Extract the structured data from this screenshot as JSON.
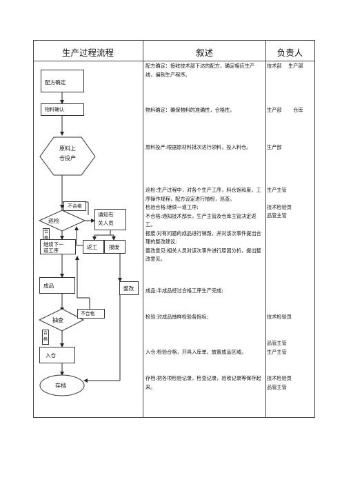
{
  "header": {
    "col1": "生产过程流程",
    "col2": "叙述",
    "col3": "负责人"
  },
  "flow": {
    "recipe": "配方确定",
    "material_confirm": "物料确认",
    "material_feed_l1": "原料上",
    "material_feed_l2": "仓投产",
    "inspect": "巡检",
    "notify_l1": "通知有",
    "notify_l2": "关人员",
    "rework": "返工",
    "scrap": "报废",
    "continue_l1": "继续下一",
    "continue_l2": "道工序",
    "rectify": "整改",
    "product": "成品",
    "sampling": "抽查",
    "warehouse": "入仓",
    "archive": "存档",
    "fail1": "不合格",
    "pass1": "合格",
    "fail2": "不合格",
    "pass2": "合格"
  },
  "descriptions": {
    "d1": "配方确定：接收技术部下达的配方，确定相应生产线，编制生产程序。",
    "d2": "物料确定：确保物料的准确性，合格性。",
    "d3": "原料投产:根据原材料批次进行领料，投入料仓。",
    "d4a": "巡检:生产过程中，对各个生产工序，料仓饱和度，工序操作规程，配方设定进行抽检，巡查。",
    "d4b": "检验合格:继续一道工序;",
    "d4c": "不合格:通知技术部长，生产主管及仓库主管决定返工。",
    "d4d": "报废:对有问题的成品进行销毁，并对该次事件提出合理的整改建议;",
    "d4e": "整改意见:相关人员对该次事件进行原因分析，提出整改意见。",
    "d5": "成品;半成品经过合格工序生产完成;",
    "d6": "检验:对成品抽样检验各指标;",
    "d7": "入仓:检验合格，开具入库单，放置成品区域。",
    "d8": "存档:把各项检验记录，检查记录，验收记录等保存起来。"
  },
  "responsible": {
    "r1": "技术部　 生产部",
    "r2": "生产部　　 仓库",
    "r3": "生产部",
    "r4a": "生产主管",
    "r4b": "技术检验员",
    "r4c": "品管主管",
    "r6": "技术检验员",
    "r7a": "品管主管",
    "r7b": "生产主管",
    "r8a": "技术检验员",
    "r8b": "品管主管"
  }
}
